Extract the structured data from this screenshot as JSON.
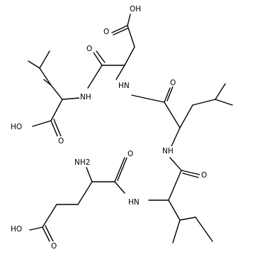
{
  "molecule": {
    "atom_labels": [
      {
        "id": "oh_asp_side",
        "text": "OH"
      },
      {
        "id": "o_asp_side",
        "text": "O"
      },
      {
        "id": "o_val_carbonyl",
        "text": "O"
      },
      {
        "id": "nh_val",
        "text": "NH"
      },
      {
        "id": "hn_asp",
        "text": "HN"
      },
      {
        "id": "o_asp_carbonyl",
        "text": "O"
      },
      {
        "id": "ho_val_acid",
        "text": "HO"
      },
      {
        "id": "o_val_acid",
        "text": "O"
      },
      {
        "id": "nh_leu",
        "text": "NH"
      },
      {
        "id": "nh2_glu",
        "text": "NH2"
      },
      {
        "id": "o_glu_carbonyl",
        "text": "O"
      },
      {
        "id": "o_leu_carbonyl",
        "text": "O"
      },
      {
        "id": "hn_ile",
        "text": "HN"
      },
      {
        "id": "ho_glu_side",
        "text": "HO"
      },
      {
        "id": "o_glu_side",
        "text": "O"
      }
    ]
  }
}
